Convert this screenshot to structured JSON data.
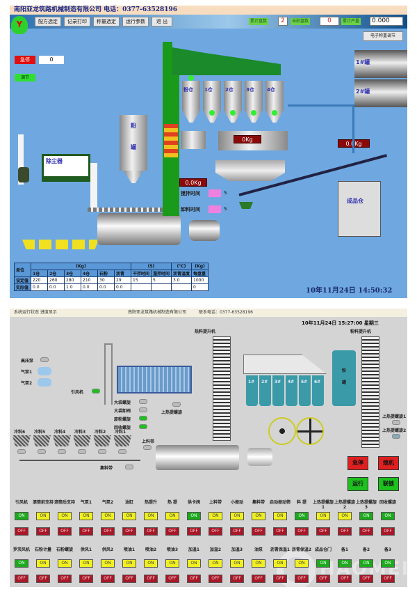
{
  "top": {
    "title": "南阳亚龙筑路机械制造有限公司  电话：0377-63528196",
    "tabs": [
      "配方选定",
      "记录打印",
      "称量选定",
      "运行参数",
      "退 出"
    ],
    "counters": [
      {
        "label": "累计盘数",
        "value": "2"
      },
      {
        "label": "当前盘数",
        "value": "0"
      },
      {
        "label": "累计产量",
        "value": "0.000"
      }
    ],
    "scale_button": "电子称重调节",
    "stop_label": "急停",
    "stop_value": "0",
    "adjust_label": "调节",
    "dust_collector": "除尘器",
    "powder_tank": [
      "粉",
      "罐"
    ],
    "bins": [
      "粉仓",
      "1仓",
      "2仓",
      "3仓",
      "4仓"
    ],
    "weights": {
      "aggregate": "0Kg",
      "powder": "0.0Kg",
      "asphalt": "0.0Kg"
    },
    "mix_time_label": "搅拌时间",
    "discharge_time_label": "卸料时间",
    "unit_s": "S",
    "product_bin": "成品仓",
    "tanks": [
      "1#罐",
      "2#罐"
    ],
    "table": {
      "unit_label": "单位",
      "groups": [
        "(Kg)",
        "(S)",
        "(℃)",
        "(Kg)"
      ],
      "columns": [
        "1仓",
        "2仓",
        "3仓",
        "4仓",
        "石粉",
        "沥青",
        "干拌时间",
        "湿拌时间",
        "沥青温度",
        "每盘重"
      ],
      "rows": [
        {
          "label": "设定值",
          "values": [
            "220",
            "260",
            "280",
            "210",
            "30",
            "29",
            "15",
            "5",
            "3.0",
            "1000"
          ]
        },
        {
          "label": "实际值",
          "values": [
            "0.0",
            "0.0",
            "1.0",
            "0.0",
            "0.0",
            "0.0",
            "",
            "",
            "",
            "0"
          ]
        }
      ]
    },
    "datetime": "10年11月24日  14:50:32"
  },
  "bottom": {
    "header_left": "系统运行状态  进度显示",
    "header_mid": "南阳亚龙筑路机械制造有限公司",
    "header_phone": "联系电话：0377-63528196",
    "datetime": "10年11月24日  15:27:00  星期三",
    "hot_elevator": "热料提升机",
    "powder_elevator": "粉料提升机",
    "high_pump": "高压泵",
    "air_pump1": "气泵1",
    "air_pump2": "气泵2",
    "fan": "引风机",
    "screw_labels": [
      "大袋螺旋",
      "大袋卸阀",
      "废粉螺旋",
      "回收螺旋"
    ],
    "upper_screw": "上热提螺旋",
    "cold_bins": [
      "冷料6",
      "冷料5",
      "冷料4",
      "冷料3",
      "冷料2",
      "冷料1"
    ],
    "feed_belt": "上料带",
    "collect_belt": "集料带",
    "bin_labels": [
      "1#",
      "2#",
      "3#",
      "4#",
      "5#",
      "6#"
    ],
    "powder_bin": [
      "粉",
      "罐"
    ],
    "upper_screw1": "上热提螺旋1",
    "upper_screw2": "上热提螺旋2",
    "buttons": {
      "estop": "急停",
      "shutdown": "熄机",
      "run": "运行",
      "interlock": "联锁"
    },
    "on": "ON",
    "off": "OFF",
    "row1": [
      {
        "l": "引风机",
        "g": 1
      },
      {
        "l": "滚筒前支持",
        "g": 0
      },
      {
        "l": "滚筒后支持",
        "g": 0
      },
      {
        "l": "气泵1",
        "g": 0
      },
      {
        "l": "气泵2",
        "g": 0
      },
      {
        "l": "油缸",
        "g": 0
      },
      {
        "l": "热提升",
        "g": 0
      },
      {
        "l": "热 提",
        "g": 0
      },
      {
        "l": "供卡阀",
        "g": 1
      },
      {
        "l": "上料带",
        "g": 0
      },
      {
        "l": "小振动",
        "g": 0
      },
      {
        "l": "集料带",
        "g": 0
      },
      {
        "l": "启动振动筛",
        "g": 0
      },
      {
        "l": "料 提",
        "g": 1
      },
      {
        "l": "上热提螺旋1",
        "g": 0
      },
      {
        "l": "上热提螺旋2",
        "g": 0
      },
      {
        "l": "上热提螺旋3",
        "g": 1
      },
      {
        "l": "回收螺旋",
        "g": 1
      }
    ],
    "row2": [
      {
        "l": "罗茨风机",
        "g": 1
      },
      {
        "l": "石粉计量",
        "g": 0
      },
      {
        "l": "石粉螺旋",
        "g": 0
      },
      {
        "l": "供风1",
        "g": 0
      },
      {
        "l": "供风2",
        "g": 0
      },
      {
        "l": "喷油1",
        "g": 0
      },
      {
        "l": "喷油2",
        "g": 0
      },
      {
        "l": "喷油3",
        "g": 0
      },
      {
        "l": "加温1",
        "g": 0
      },
      {
        "l": "加温2",
        "g": 0
      },
      {
        "l": "加温3",
        "g": 0
      },
      {
        "l": "油泵",
        "g": 0
      },
      {
        "l": "沥青保温1",
        "g": 0
      },
      {
        "l": "沥青保温2",
        "g": 0
      },
      {
        "l": "成品仓门",
        "g": 1
      },
      {
        "l": "备1",
        "g": 1
      },
      {
        "l": "备2",
        "g": 1
      },
      {
        "l": "备3",
        "g": 1
      }
    ]
  },
  "watermark": "HAOMEI"
}
